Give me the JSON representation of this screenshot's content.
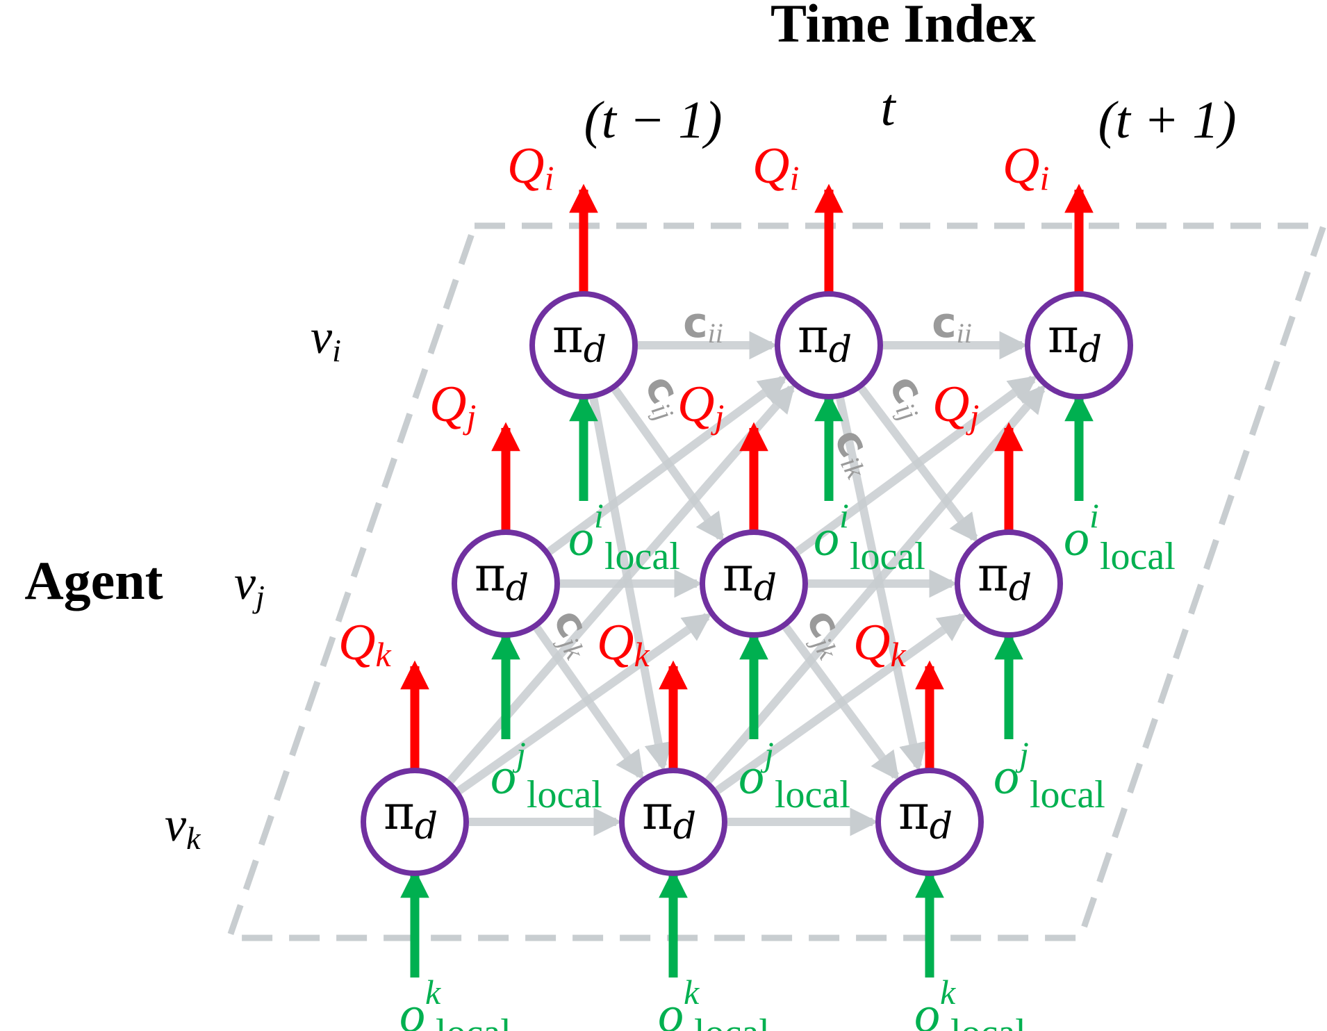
{
  "header": {
    "title": "Time Index",
    "time_labels": [
      "(t − 1)",
      "t",
      "(t + 1)"
    ]
  },
  "axis": {
    "row_title": "Agent",
    "agents": [
      "i",
      "j",
      "k"
    ],
    "agent_var": "v"
  },
  "node": {
    "symbol": "π",
    "subscript": "d"
  },
  "output": {
    "symbol": "Q"
  },
  "observation": {
    "symbol": "o",
    "subscript": "local"
  },
  "comm": {
    "symbol": "c",
    "labels": [
      "ii",
      "ij",
      "ik",
      "jk"
    ]
  },
  "colors": {
    "node_stroke": "#7030A0",
    "output": "#FF0000",
    "observation": "#00B050",
    "comm_edge": "#C8CDD0",
    "comm_label": "#9A9A9A",
    "frame": "#C8CDD0",
    "text": "#000000"
  },
  "icons": {
    "frame": "dashed-parallelogram",
    "arrow": "triangle-arrowhead"
  }
}
